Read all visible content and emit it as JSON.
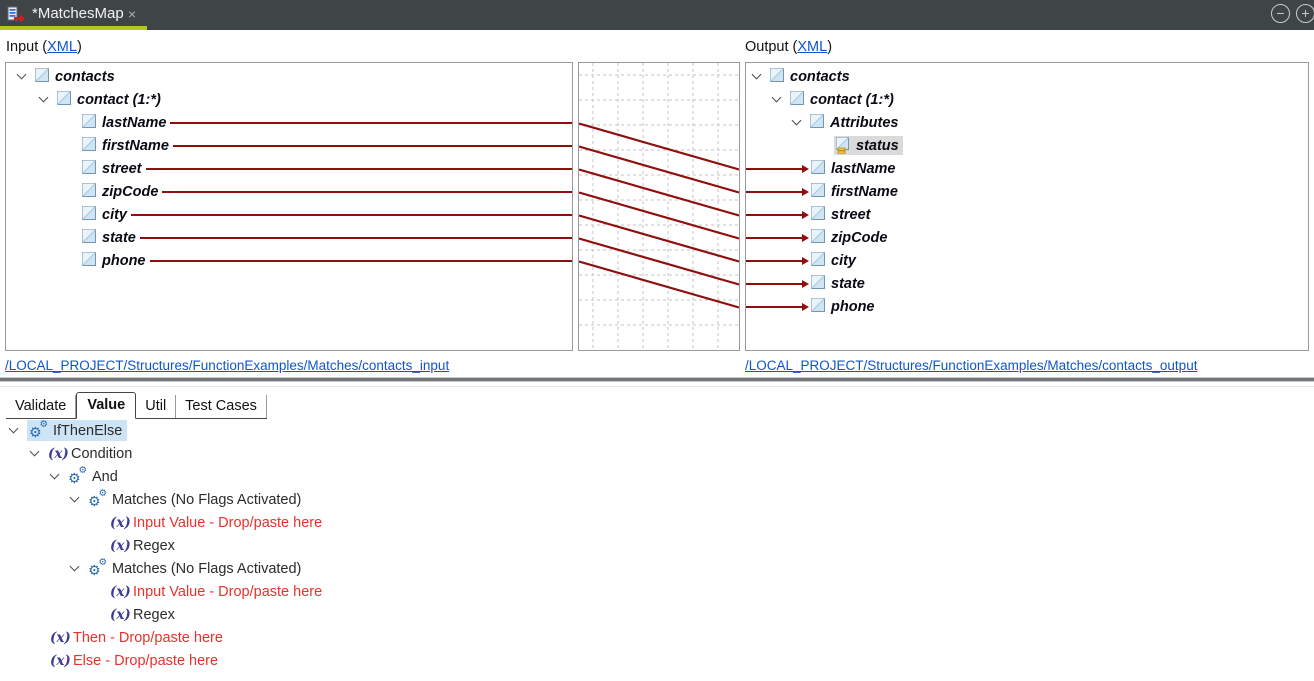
{
  "window": {
    "tab_title": "*MatchesMap",
    "close_icon": "×",
    "zoom_out_icon": "−",
    "zoom_in_icon": "+"
  },
  "header": {
    "input_prefix": "Input (",
    "input_link": "XML",
    "input_suffix": ")",
    "output_prefix": "Output (",
    "output_link": "XML",
    "output_suffix": ")"
  },
  "paths": {
    "input": "/LOCAL_PROJECT/Structures/FunctionExamples/Matches/contacts_input",
    "output": "/LOCAL_PROJECT/Structures/FunctionExamples/Matches/contacts_output"
  },
  "input_tree": {
    "items": [
      {
        "label": "contacts"
      },
      {
        "label": "contact (1:*)"
      },
      {
        "label": "lastName"
      },
      {
        "label": "firstName"
      },
      {
        "label": "street"
      },
      {
        "label": "zipCode"
      },
      {
        "label": "city"
      },
      {
        "label": "state"
      },
      {
        "label": "phone"
      }
    ]
  },
  "output_tree": {
    "items": [
      {
        "label": "contacts"
      },
      {
        "label": "contact (1:*)"
      },
      {
        "label": "Attributes"
      },
      {
        "label": "status"
      },
      {
        "label": "lastName"
      },
      {
        "label": "firstName"
      },
      {
        "label": "street"
      },
      {
        "label": "zipCode"
      },
      {
        "label": "city"
      },
      {
        "label": "state"
      },
      {
        "label": "phone"
      }
    ]
  },
  "bottom_tabs": {
    "items": [
      {
        "label": "Validate",
        "active": false
      },
      {
        "label": "Value",
        "active": true
      },
      {
        "label": "Util",
        "active": false
      },
      {
        "label": "Test Cases",
        "active": false
      }
    ]
  },
  "function_tree": {
    "items": [
      {
        "label": "IfThenElse"
      },
      {
        "label": "Condition"
      },
      {
        "label": "And"
      },
      {
        "label": "Matches (No Flags Activated)"
      },
      {
        "label": "Input Value - Drop/paste here"
      },
      {
        "label": "Regex"
      },
      {
        "label": "Matches (No Flags Activated)"
      },
      {
        "label": "Input Value - Drop/paste here"
      },
      {
        "label": "Regex"
      },
      {
        "label": "Then - Drop/paste here"
      },
      {
        "label": "Else - Drop/paste here"
      }
    ]
  },
  "icons": {
    "gear": "⚙",
    "fx": "(x)"
  },
  "colors": {
    "connector_red": "#8f0e0e",
    "tab_bar_bg": "#3f4446",
    "active_tab_underline": "#b2c81d",
    "link_blue": "#1155cc",
    "selection_blue": "#cde3f6",
    "selection_gray": "#dadada",
    "drop_hint_red": "#e8312b",
    "function_icon_blue": "#2a69b2",
    "fx_icon_indigo": "#3c3c96"
  }
}
